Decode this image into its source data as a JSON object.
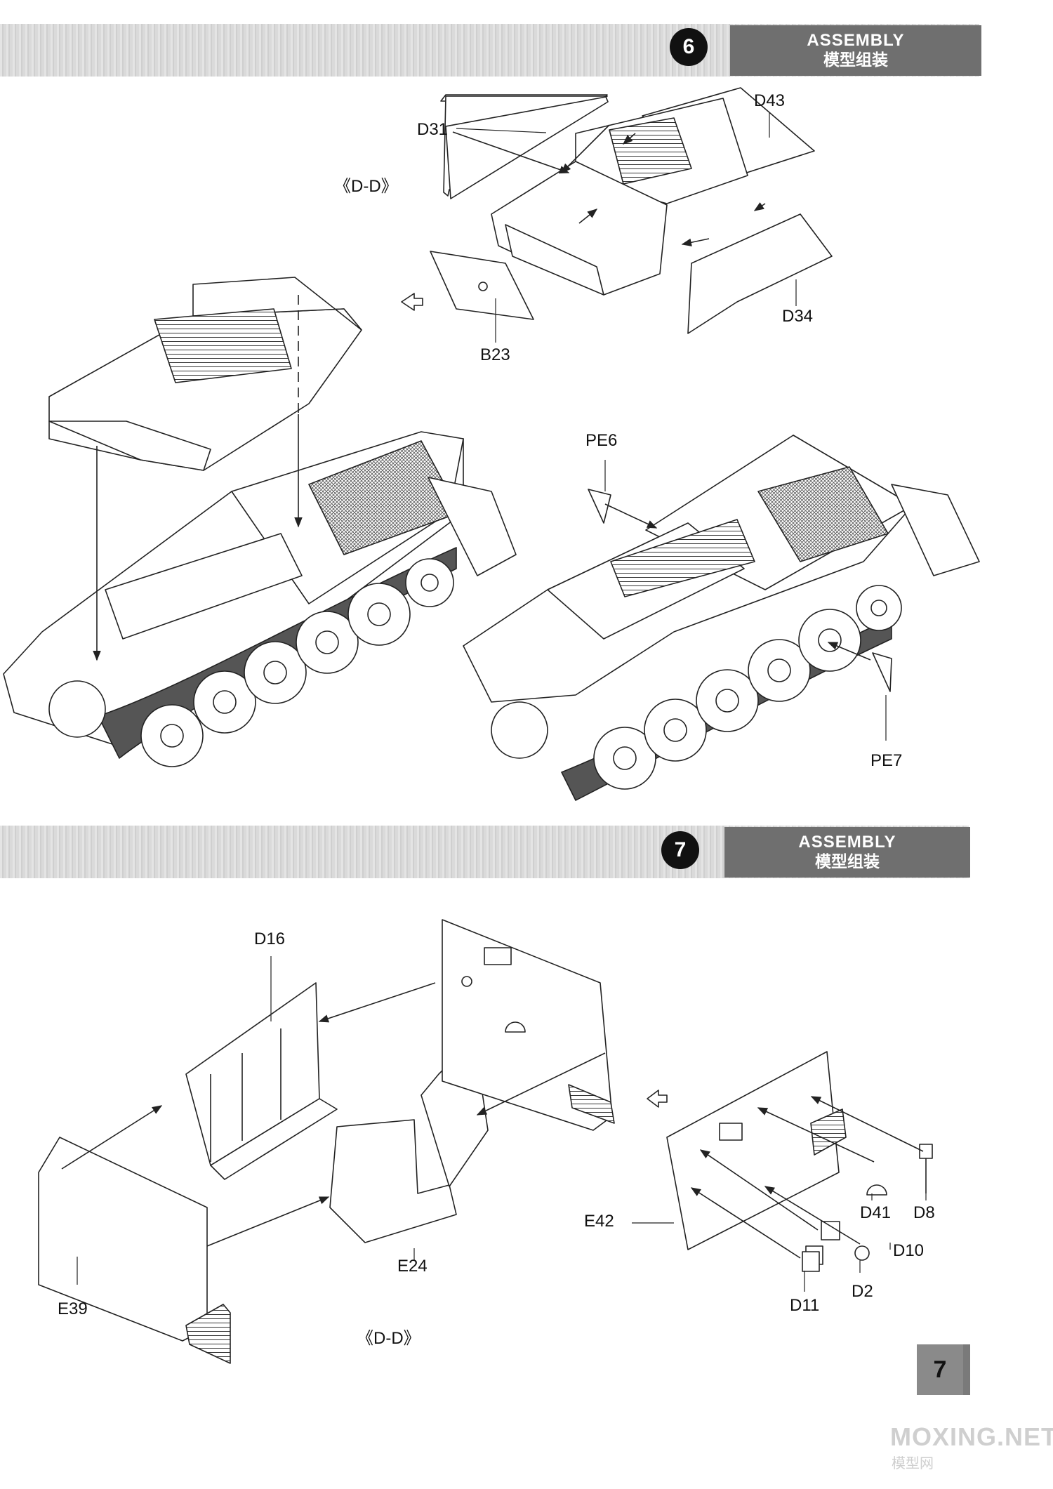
{
  "step6": {
    "number": "6",
    "title_en": "ASSEMBLY",
    "title_cn": "模型组装",
    "view_label": "《D-D》",
    "parts": {
      "d31": "D31",
      "d43": "D43",
      "d34": "D34",
      "b23": "B23",
      "pe6": "PE6",
      "pe7": "PE7"
    }
  },
  "step7": {
    "number": "7",
    "title_en": "ASSEMBLY",
    "title_cn": "模型组装",
    "view_label": "《D-D》",
    "parts": {
      "d16": "D16",
      "e39": "E39",
      "e24": "E24",
      "e42": "E42",
      "d41": "D41",
      "d8": "D8",
      "d10": "D10",
      "d2": "D2",
      "d11": "D11"
    }
  },
  "page_number": "7",
  "watermark": {
    "main": "MOXING.NET",
    "sub": "模型网"
  },
  "colors": {
    "header_tag": "#6f6f6f",
    "step_badge": "#111111",
    "line_art": "#222222"
  }
}
